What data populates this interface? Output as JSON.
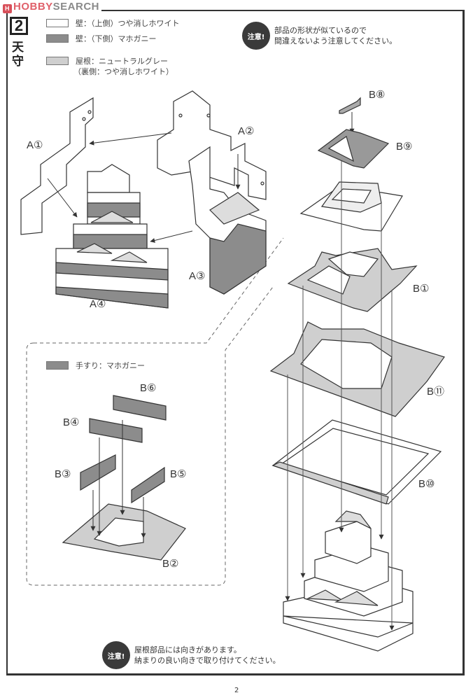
{
  "watermark": {
    "mark": "H",
    "brand_part1": "HOBBY",
    "brand_part2": "SEARCH"
  },
  "step": {
    "number": "2",
    "title": "天守"
  },
  "legend": [
    {
      "label": "壁：（上側）つや消しホワイト",
      "color": "#ffffff"
    },
    {
      "label": "壁：（下側）マホガニー",
      "color": "#8c8c8c"
    },
    {
      "label": "屋根：ニュートラルグレー",
      "sublabel": "（裏側：つや消しホワイト）",
      "color": "#cfcfcf"
    }
  ],
  "cautions": [
    {
      "badge": "注意!",
      "lines": [
        "部品の形状が似ているので",
        "間違えないよう注意してください。"
      ]
    },
    {
      "badge": "注意!",
      "lines": [
        "屋根部品には向きがあります。",
        "納まりの良い向きで取り付けてください。"
      ]
    }
  ],
  "inset": {
    "legend": {
      "label": "手すり：マホガニー",
      "color": "#8c8c8c"
    },
    "parts": [
      "B⑥",
      "B④",
      "B③",
      "B⑤",
      "B②"
    ]
  },
  "part_labels": {
    "a1": "A①",
    "a2": "A②",
    "a3": "A③",
    "a4": "A④",
    "b8": "B⑧",
    "b9": "B⑨",
    "b1": "B①",
    "b11": "B⑪",
    "b10": "B⑩",
    "b6": "B⑥",
    "b4": "B④",
    "b3": "B③",
    "b5": "B⑤",
    "b2": "B②"
  },
  "page_number": "2"
}
